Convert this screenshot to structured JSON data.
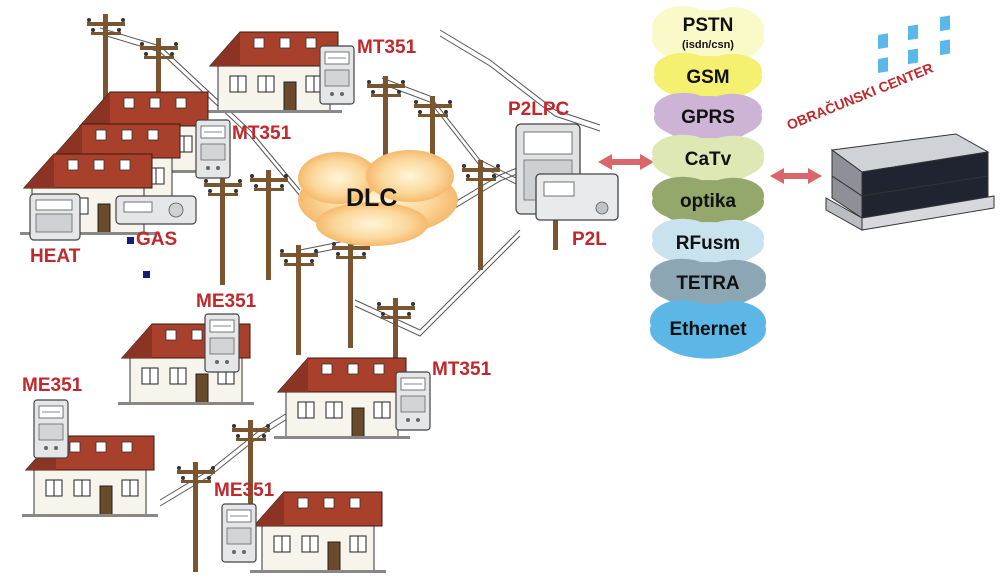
{
  "center_cloud": {
    "label": "DLC"
  },
  "concentrator": {
    "label_top": "P2LPC",
    "label_bottom": "P2L"
  },
  "billing_center": {
    "label": "OBRAČUNSKI CENTER"
  },
  "meters": {
    "mt351_a": "MT351",
    "mt351_b": "MT351",
    "mt351_c": "MT351",
    "me351_a": "ME351",
    "me351_b": "ME351",
    "me351_c": "ME351",
    "heat": "HEAT",
    "gas": "GAS"
  },
  "networks": [
    {
      "label": "PSTN",
      "sub": "(isdn/csn)",
      "color": "#fafac8"
    },
    {
      "label": "GSM",
      "sub": "",
      "color": "#f5f070"
    },
    {
      "label": "GPRS",
      "sub": "",
      "color": "#cdb4d6"
    },
    {
      "label": "CaTv",
      "sub": "",
      "color": "#dde8b4"
    },
    {
      "label": "optika",
      "sub": "",
      "color": "#93a86a"
    },
    {
      "label": "RFusm",
      "sub": "",
      "color": "#c8e2ee"
    },
    {
      "label": "TETRA",
      "sub": "",
      "color": "#8da6b4"
    },
    {
      "label": "Ethernet",
      "sub": "",
      "color": "#5cb6e6"
    }
  ]
}
